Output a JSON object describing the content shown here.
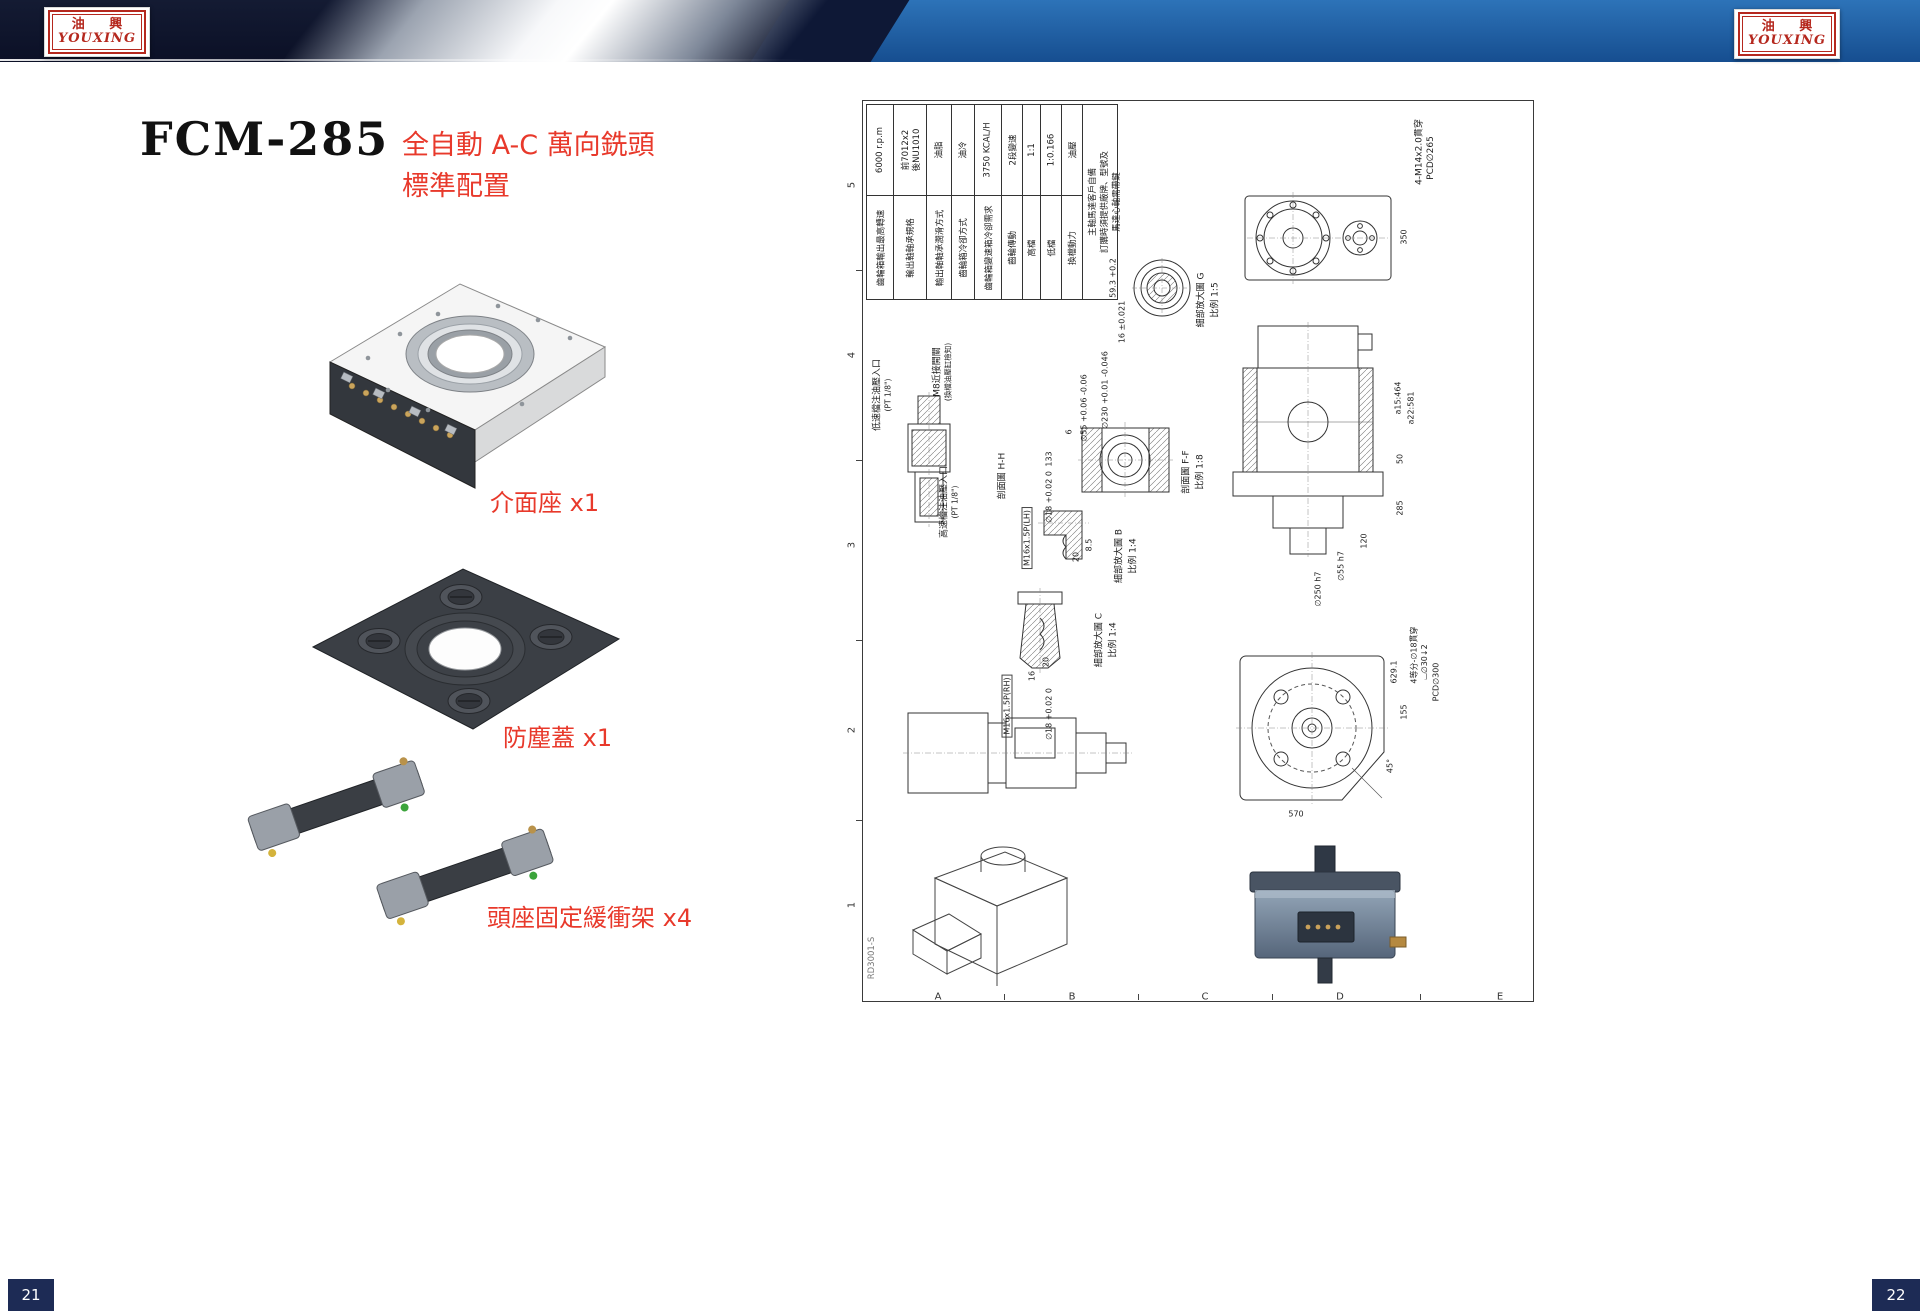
{
  "header": {
    "logo_cn": "油 興",
    "logo_en": "YOUXING"
  },
  "footer": {
    "left_page": "21",
    "right_page": "22"
  },
  "left_page": {
    "model": "FCM-285",
    "subtitle1": "全自動 A-C 萬向銑頭",
    "subtitle2": "標準配置",
    "part1_label": "介面座 x1",
    "part2_label": "防塵蓋 x1",
    "part3_label": "頭座固定緩衝架 x4"
  },
  "sheet": {
    "doc_no": "RD3001-S",
    "rows": [
      "5",
      "4",
      "3",
      "2",
      "1"
    ],
    "cols": [
      "A",
      "B",
      "C",
      "D",
      "E"
    ],
    "spec": [
      {
        "label": "齒輪箱輸出最高轉速",
        "value": "6000 r.p.m"
      },
      {
        "label": "輸出軸軸承規格",
        "value": "前7012x2",
        "value2": "後NU1010"
      },
      {
        "label": "輸出軸軸承潤滑方式",
        "value": "油脂"
      },
      {
        "label": "齒輪箱冷卻方式",
        "value": "油冷"
      },
      {
        "label": "齒輪箱變速箱冷卻需求",
        "value": "3750 KCAL/H"
      },
      {
        "label": "齒輪傳動",
        "value": "2段變速"
      },
      {
        "label": "高檔",
        "value": "1:1"
      },
      {
        "label": "低檔",
        "value": "1:0.166"
      },
      {
        "label": "換檔動力",
        "value": "油壓"
      },
      {
        "note1": "主軸馬達客戶自備",
        "note2": "訂購時須提供廠牌、型號及",
        "note3": "馬達心軸需帶鍵"
      }
    ],
    "labels": {
      "bolt_note": "4-M14x2.0貫穿",
      "bolt_pcd": "PCD∅265",
      "dim350": "350",
      "detailG": "細部放大圖 G",
      "detailG_scale": "比例 1:5",
      "dim593": "59.3 +0.2",
      "dim16t": "16 ±0.021",
      "low_port": "低速檔注油壓入口",
      "low_port2": "(PT 1/8\")",
      "m8": "M8近接開關",
      "m8b": "(換檔油壓缸檢知)",
      "high_port": "高速檔注油壓入口",
      "high_port2": "(PT 1/8\")",
      "secHH": "剖面圖 H-H",
      "dia230": "∅230 +0.01 -0.046",
      "dia55": "∅55 +0.06 -0.06",
      "dim6": "6",
      "dim133": "133",
      "secFF": "剖面圖 F-F",
      "secFF_scale": "比例 1:8",
      "m16lh": "M16x1.5P(LH)",
      "dia18a": "∅18 +0.02 0",
      "dim20a": "20",
      "dim85": "8.5",
      "detailB": "細部放大圖 B",
      "detailB_scale": "比例 1:4",
      "detailC": "細部放大圖 C",
      "detailC_scale": "比例 1:4",
      "m16rh": "M16x1.5P(RH)",
      "dia18b": "∅18 +0.02 0",
      "dim16": "16",
      "dim20b": "20",
      "a15": "a15:464",
      "a22": "a22:581",
      "dim50": "50",
      "dim285": "285",
      "dim120": "120",
      "dia55h7": "∅55 h7",
      "dia250h7": "∅250 h7",
      "dim6291": "629.1",
      "dim155": "155",
      "four_holes": "4等分-∅18貫穿",
      "cbore": "⌴∅30↓2",
      "pcd300": "PCD∅300",
      "deg45": "45°",
      "dim570": "570"
    }
  }
}
